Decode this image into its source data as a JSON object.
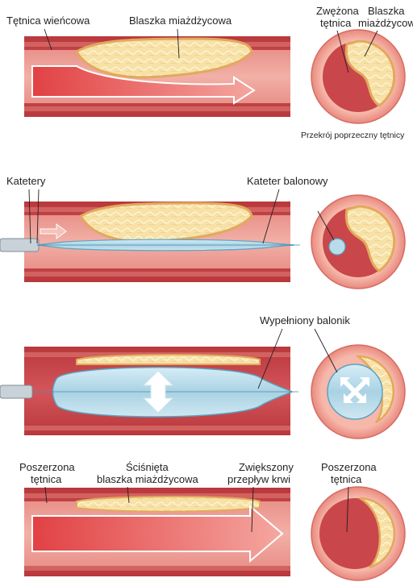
{
  "panel1": {
    "label_artery": "Tętnica wieńcowa",
    "label_plaque": "Blaszka miażdżycowa",
    "label_narrowed_l1": "Zwężona",
    "label_narrowed_l2": "tętnica",
    "label_plaque_r_l1": "Blaszka",
    "label_plaque_r_l2": "miażdżycowa",
    "caption_cross_section": "Przekrój poprzeczny tętnicy"
  },
  "panel2": {
    "label_catheters": "Katetery",
    "label_balloon_catheter": "Kateter balonowy"
  },
  "panel3": {
    "label_inflated_balloon": "Wypełniony balonik"
  },
  "panel4": {
    "label_widened_l1": "Poszerzona",
    "label_widened_l2": "tętnica",
    "label_compressed_l1": "Ściśnięta",
    "label_compressed_l2": "blaszka miażdżycowa",
    "label_flow_l1": "Zwiększony",
    "label_flow_l2": "przepływ krwi",
    "label_widened_r_l1": "Poszerzona",
    "label_widened_r_l2": "tętnica"
  },
  "colors": {
    "vessel_wall": "#c9464a",
    "vessel_lumen": "#e57c76",
    "plaque": "#f5dba0",
    "plaque_edge": "#e2a95c",
    "balloon": "#b9dcea",
    "ring_outer": "#f2a89c"
  }
}
